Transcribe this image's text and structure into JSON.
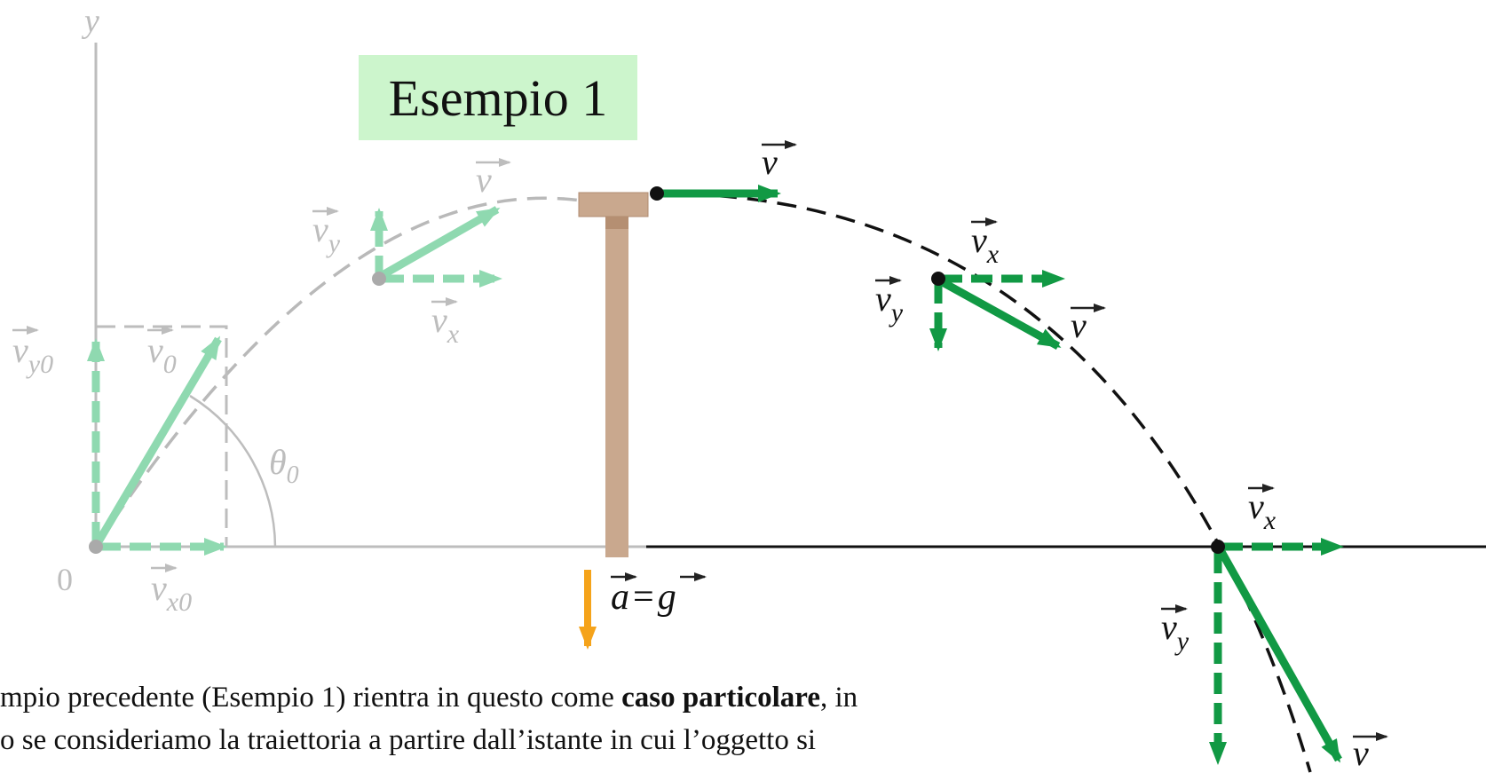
{
  "banner": {
    "title": "Esempio 1"
  },
  "labels": {
    "axis_y": "y",
    "origin": "0",
    "theta": "θ",
    "theta_sub": "0",
    "v": "v",
    "sub_x": "x",
    "sub_y": "y",
    "sub_x0": "x0",
    "sub_y0": "y0",
    "sub_0": "0",
    "a": "a",
    "g": "g",
    "equals": "="
  },
  "colors": {
    "green": "#119944",
    "green_faded": "#8fd9b0",
    "orange": "#f5a31a",
    "axis_gray": "#bdbdbd",
    "post": "#c9a88e"
  },
  "text": {
    "line1_a": "mpio precedente (Esempio 1) rientra in questo come ",
    "line1_bold": "caso particolare",
    "line1_b": ", in",
    "line2": "o se consideriamo la traiettoria a partire dall’istante in cui l’oggetto si"
  }
}
